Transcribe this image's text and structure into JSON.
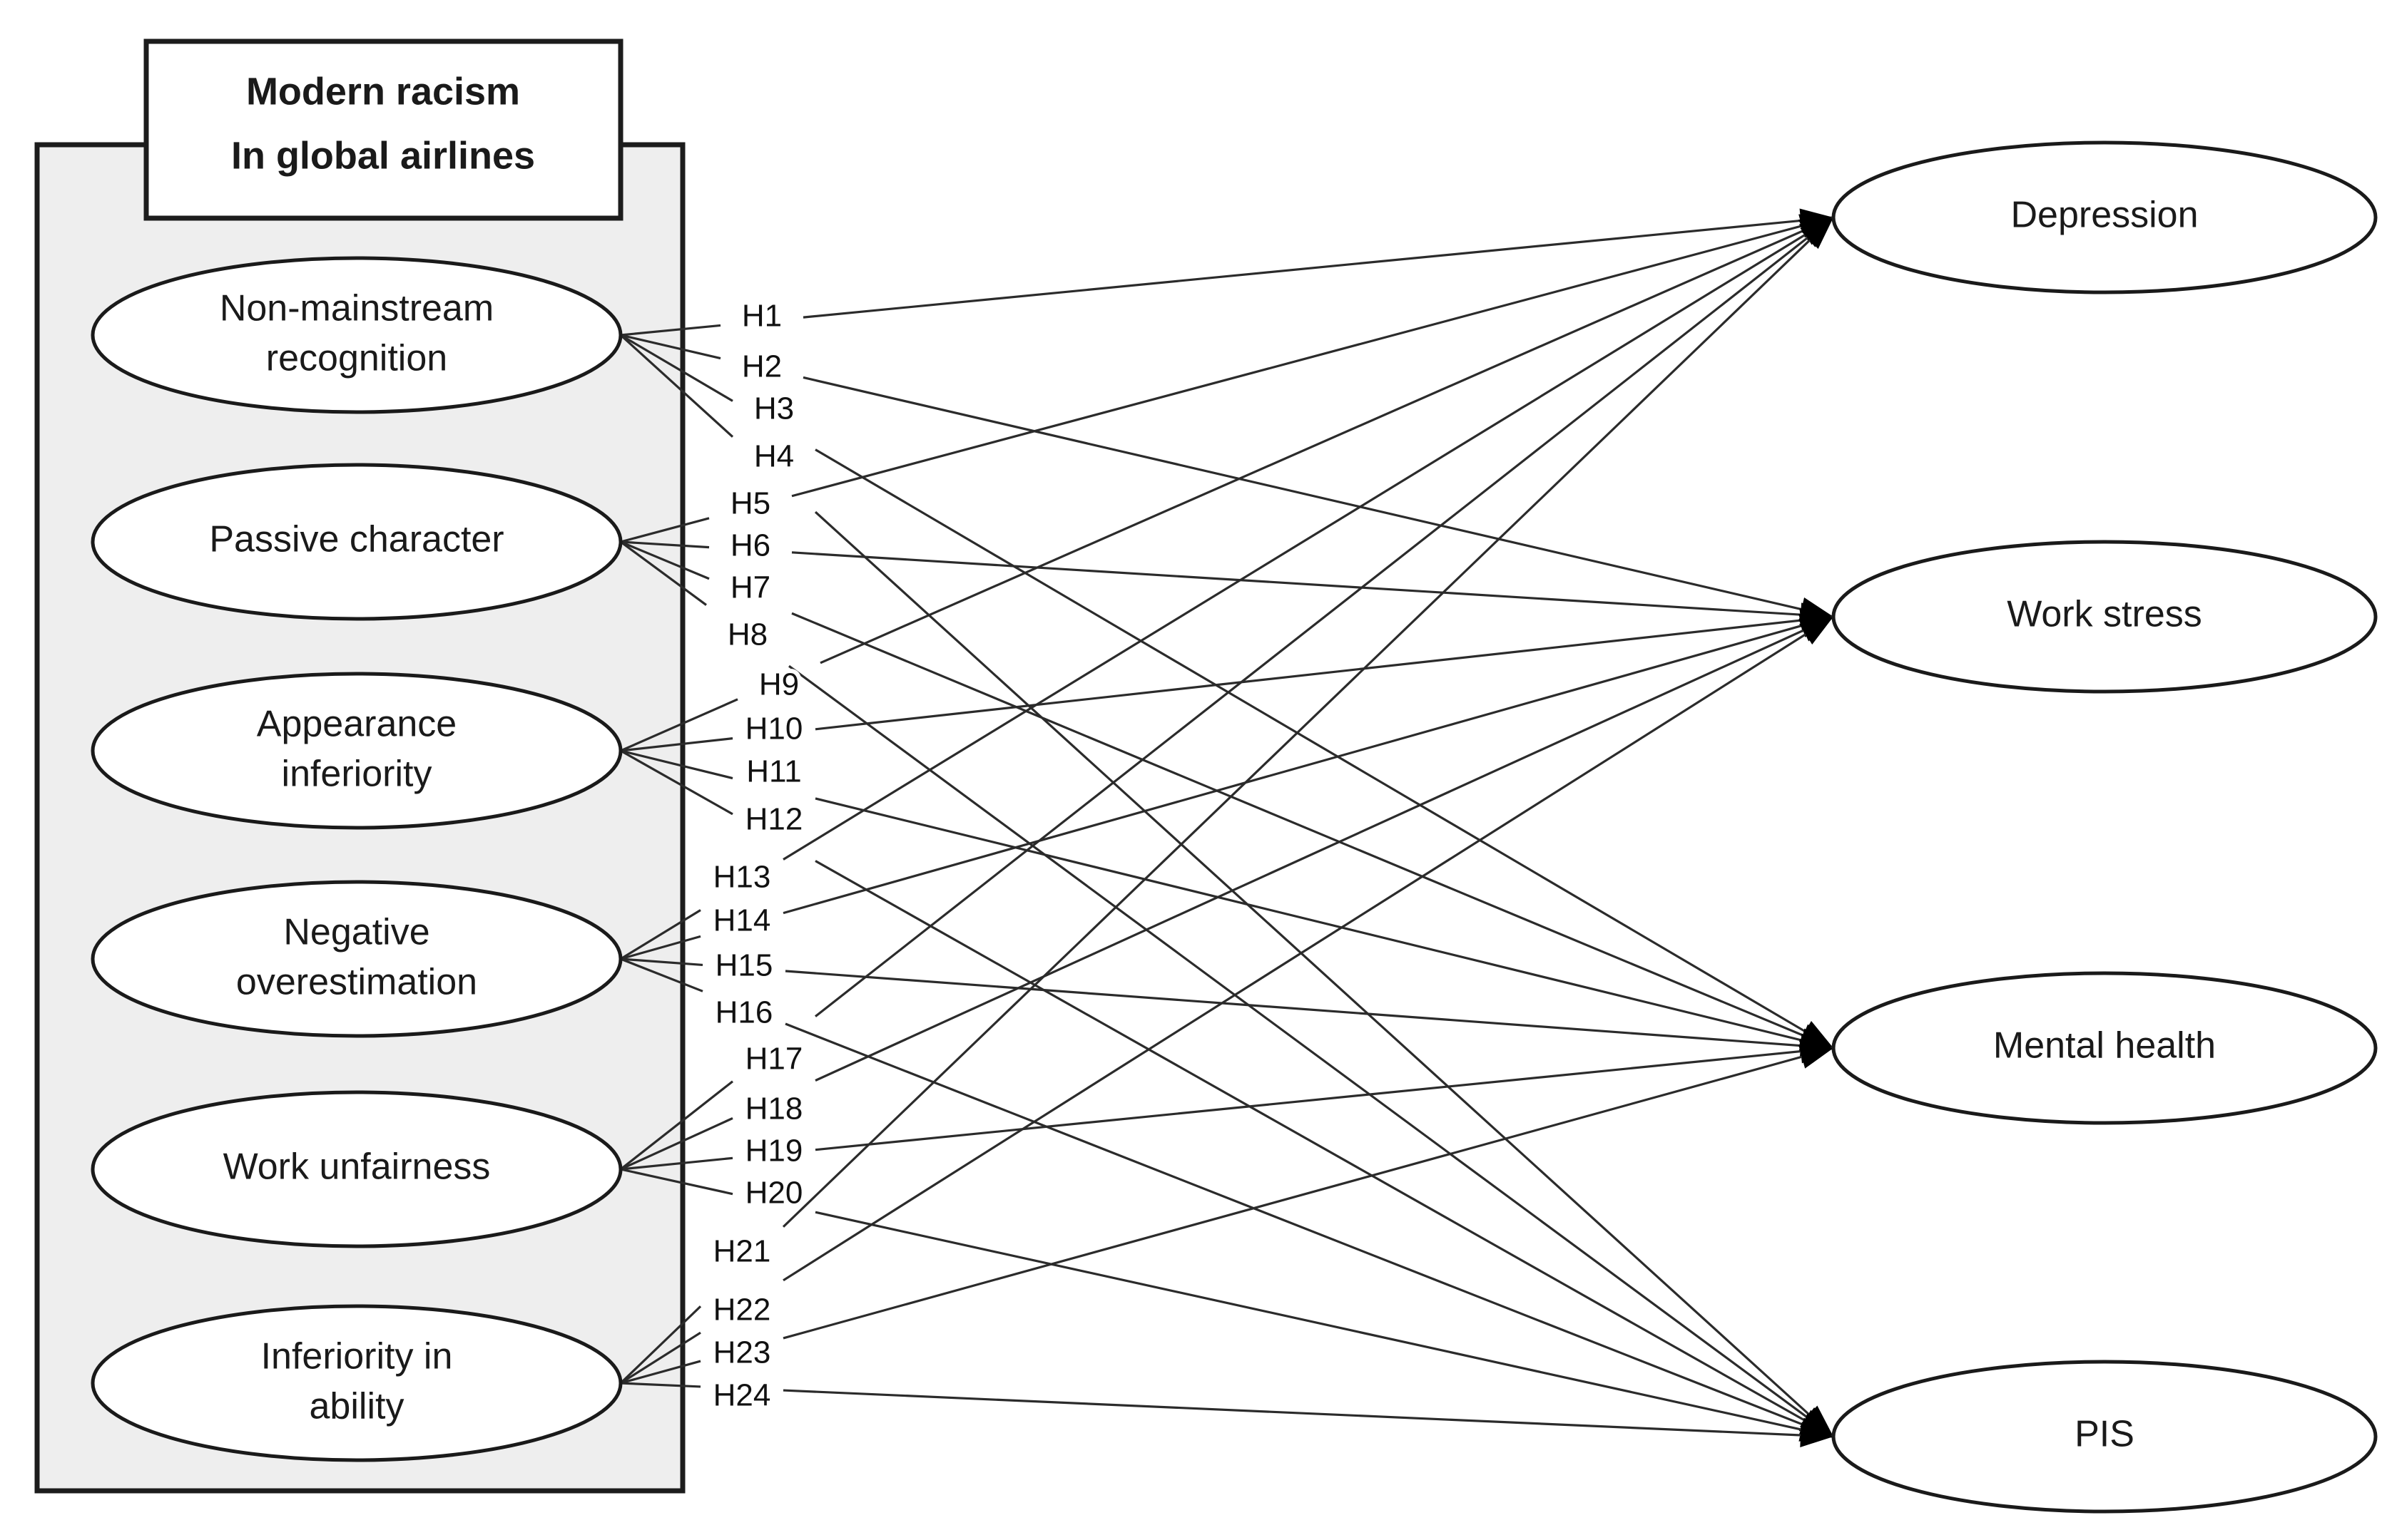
{
  "figure": {
    "kind": "research-model-diagram",
    "title_box": {
      "line1": "Modern racism",
      "line2": "In global airlines"
    },
    "colors": {
      "group_fill": "#eeeeee",
      "border": "#1c1c1c",
      "node_fill": "#ffffff",
      "line": "#2b2b2b",
      "text": "#1a1a1a"
    }
  },
  "constructs": [
    {
      "id": "non-mainstream-recognition",
      "line1": "Non-mainstream",
      "line2": "recognition"
    },
    {
      "id": "passive-character",
      "line1": "Passive character",
      "line2": ""
    },
    {
      "id": "appearance-inferiority",
      "line1": "Appearance",
      "line2": "inferiority"
    },
    {
      "id": "negative-overestimation",
      "line1": "Negative",
      "line2": "overestimation"
    },
    {
      "id": "work-unfairness",
      "line1": "Work unfairness",
      "line2": ""
    },
    {
      "id": "inferiority-in-ability",
      "line1": "Inferiority in",
      "line2": "ability"
    }
  ],
  "outcomes": [
    {
      "id": "depression",
      "label": "Depression"
    },
    {
      "id": "work-stress",
      "label": "Work stress"
    },
    {
      "id": "mental-health",
      "label": "Mental health"
    },
    {
      "id": "pis",
      "label": "PIS"
    }
  ],
  "hypotheses": [
    {
      "label": "H1",
      "from": "non-mainstream-recognition",
      "to": "depression"
    },
    {
      "label": "H2",
      "from": "non-mainstream-recognition",
      "to": "work-stress"
    },
    {
      "label": "H3",
      "from": "non-mainstream-recognition",
      "to": "mental-health"
    },
    {
      "label": "H4",
      "from": "non-mainstream-recognition",
      "to": "pis"
    },
    {
      "label": "H5",
      "from": "passive-character",
      "to": "depression"
    },
    {
      "label": "H6",
      "from": "passive-character",
      "to": "work-stress"
    },
    {
      "label": "H7",
      "from": "passive-character",
      "to": "mental-health"
    },
    {
      "label": "H8",
      "from": "passive-character",
      "to": "pis"
    },
    {
      "label": "H9",
      "from": "appearance-inferiority",
      "to": "depression"
    },
    {
      "label": "H10",
      "from": "appearance-inferiority",
      "to": "work-stress"
    },
    {
      "label": "H11",
      "from": "appearance-inferiority",
      "to": "mental-health"
    },
    {
      "label": "H12",
      "from": "appearance-inferiority",
      "to": "pis"
    },
    {
      "label": "H13",
      "from": "negative-overestimation",
      "to": "depression"
    },
    {
      "label": "H14",
      "from": "negative-overestimation",
      "to": "work-stress"
    },
    {
      "label": "H15",
      "from": "negative-overestimation",
      "to": "mental-health"
    },
    {
      "label": "H16",
      "from": "negative-overestimation",
      "to": "pis"
    },
    {
      "label": "H17",
      "from": "work-unfairness",
      "to": "depression"
    },
    {
      "label": "H18",
      "from": "work-unfairness",
      "to": "work-stress"
    },
    {
      "label": "H19",
      "from": "work-unfairness",
      "to": "mental-health"
    },
    {
      "label": "H20",
      "from": "work-unfairness",
      "to": "pis"
    },
    {
      "label": "H21",
      "from": "inferiority-in-ability",
      "to": "depression"
    },
    {
      "label": "H22",
      "from": "inferiority-in-ability",
      "to": "work-stress"
    },
    {
      "label": "H23",
      "from": "inferiority-in-ability",
      "to": "mental-health"
    },
    {
      "label": "H24",
      "from": "inferiority-in-ability",
      "to": "pis"
    }
  ]
}
